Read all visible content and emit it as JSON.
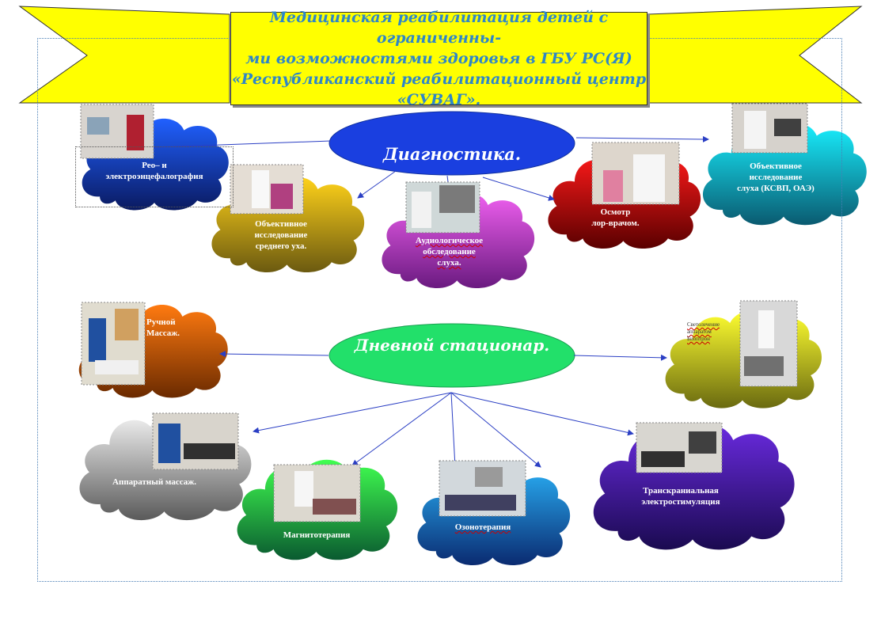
{
  "title": "Медицинская реабилитация детей с ограниченны-\nми возможностями здоровья в ГБУ РС(Я)\n«Республиканский реабилитационный центр\n«СУВАГ».",
  "colors": {
    "banner": "#ffff00",
    "title_text": "#2e86c8",
    "diag_ellipse": "#1a3fe0",
    "day_ellipse": "#22e06a",
    "arrow": "#2b3fc4"
  },
  "hubs": {
    "diagnostics": "Диагностика.",
    "day_hospital": "Дневной стационар."
  },
  "nodes": {
    "reo": "Рео– и\nэлектроэнцефалография",
    "middle_ear": "Объективное\nисследование\nсреднего уха.",
    "audiology": "Аудиологическое\nобследование\nслуха.",
    "ent": "Осмотр\nлор-врачом.",
    "hearing": "Объективное\nисследование\nслуха (КСВП, ОАЭ)",
    "manual_massage": "Ручной\nМассаж.",
    "light_therapy": "Светолечение\nаппаратом\nБиоптрон",
    "hardware_massage": "Аппаратный массаж.",
    "magnetotherapy": "Магнитотерапия",
    "ozonotherapy": "Озонотерапия",
    "tes": "Транскраниальная\nэлектростимуляция"
  }
}
